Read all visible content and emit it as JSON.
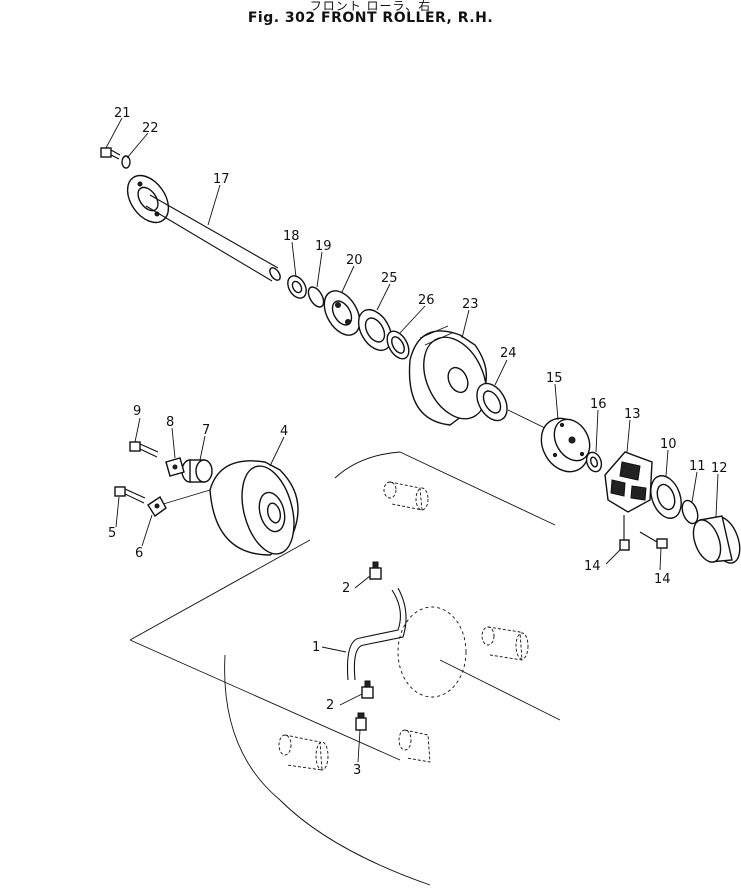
{
  "header": {
    "title_jp": "フロント ローラ、右",
    "title_en": "Fig. 302  FRONT  ROLLER, R.H."
  },
  "callouts": {
    "c1": "1",
    "c2a": "2",
    "c2b": "2",
    "c3": "3",
    "c4": "4",
    "c5": "5",
    "c6": "6",
    "c7": "7",
    "c8": "8",
    "c9": "9",
    "c10": "10",
    "c11": "11",
    "c12": "12",
    "c13": "13",
    "c14a": "14",
    "c14b": "14",
    "c15": "15",
    "c16": "16",
    "c17": "17",
    "c18": "18",
    "c19": "19",
    "c20": "20",
    "c21": "21",
    "c22": "22",
    "c23": "23",
    "c24": "24",
    "c25": "25",
    "c26": "26"
  }
}
